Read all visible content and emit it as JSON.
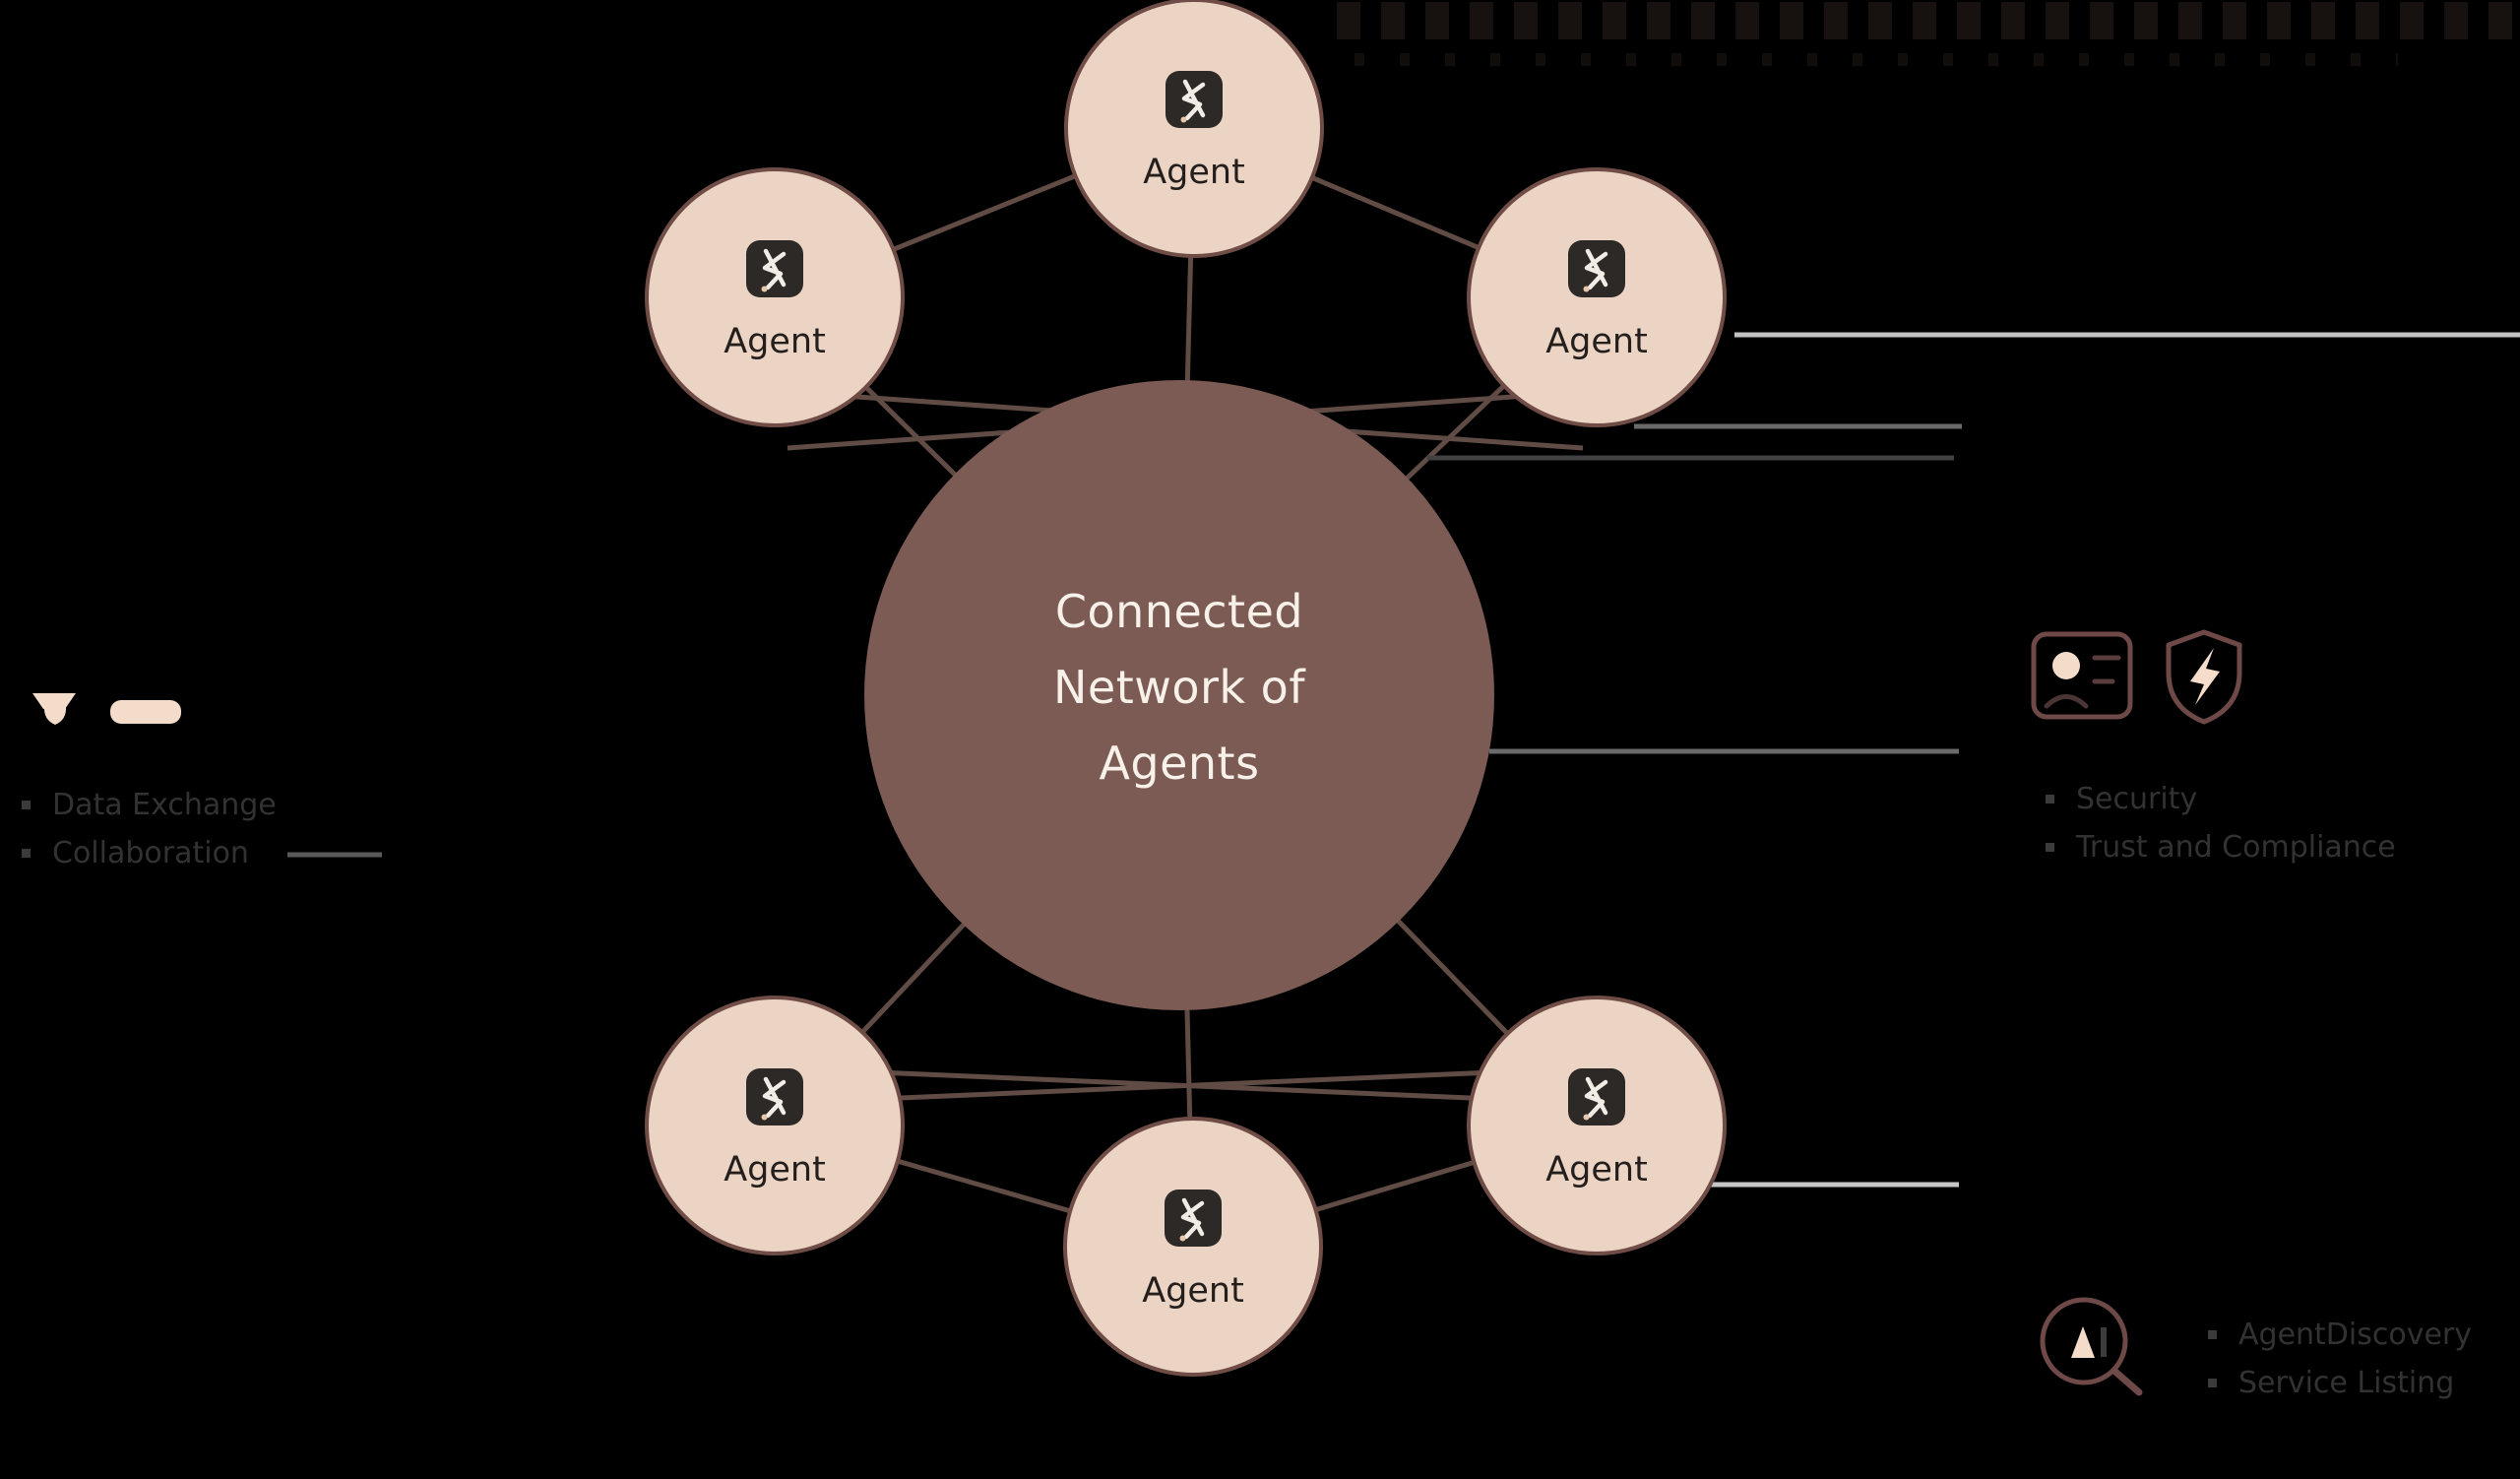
{
  "diagram": {
    "center": {
      "label": "Connected\nNetwork of\nAgents"
    },
    "agents": [
      {
        "label": "Agent",
        "position": "top"
      },
      {
        "label": "Agent",
        "position": "top-left"
      },
      {
        "label": "Agent",
        "position": "top-right"
      },
      {
        "label": "Agent",
        "position": "bottom-left"
      },
      {
        "label": "Agent",
        "position": "bottom"
      },
      {
        "label": "Agent",
        "position": "bottom-right"
      }
    ]
  },
  "features": {
    "left": {
      "icons": [
        "funnel-icon",
        "bar-icon"
      ],
      "items": [
        "Data Exchange",
        "Collaboration"
      ]
    },
    "right": {
      "icons": [
        "id-card-icon",
        "shield-bolt-icon"
      ],
      "items": [
        "Security",
        "Trust and Compliance"
      ]
    },
    "bottom_right": {
      "icons": [
        "ai-magnifier-icon"
      ],
      "items": [
        "AgentDiscovery",
        "Service Listing"
      ]
    }
  },
  "colors": {
    "background": "#000000",
    "center_circle_fill": "#7b5b53",
    "agent_circle_fill": "#ecd4c4",
    "agent_circle_border": "#6f4c45",
    "connector_line": "#604b45",
    "leader_line_light": "#c2c2c2",
    "leader_line_gray": "#6a6a6a",
    "leader_line_dark": "#414141",
    "icon_beige_fill": "#f4dcca",
    "icon_outline": "#6e4948",
    "center_text": "#f7f1ea",
    "agent_text": "#241f1d",
    "feature_text": "#323232"
  }
}
